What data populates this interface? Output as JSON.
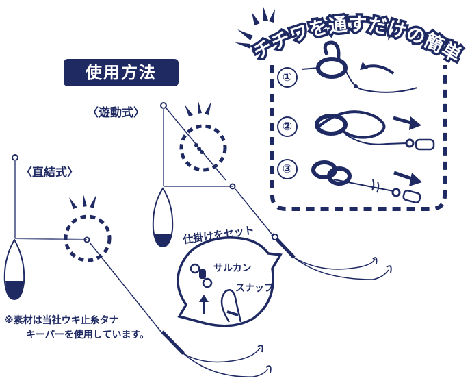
{
  "usage": {
    "title": "使用方法"
  },
  "methods": {
    "yudo_label": "〈遊動式〉",
    "chokketsu_label": "〈直結式〉"
  },
  "banner": {
    "title": "チチワを通すだけの簡単仕掛"
  },
  "steps": [
    {
      "number": "①"
    },
    {
      "number": "②"
    },
    {
      "number": "③"
    }
  ],
  "bubble": {
    "title": "仕掛けをセット",
    "swivel_label": "サルカン",
    "snap_label": "スナップ"
  },
  "note": {
    "line1": "※素材は当社ウキ止糸タナ",
    "line2": "キーパーを使用しています。"
  },
  "colors": {
    "navy": "#1f2a63",
    "white": "#ffffff",
    "accent_gray": "#7f88a8"
  }
}
